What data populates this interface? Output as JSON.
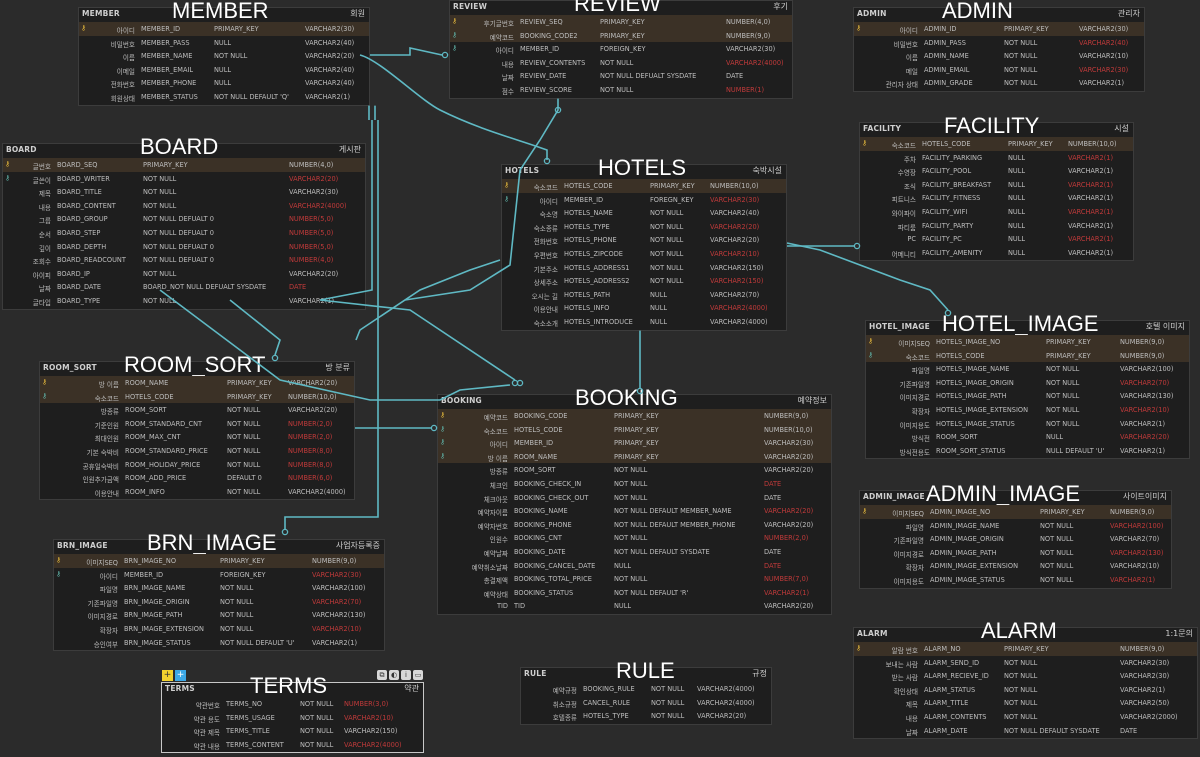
{
  "colors": {
    "background": "#2b2b2b",
    "table_bg": "#1e1e1e",
    "pk_row": "#3b3126",
    "edge": "#5fb9c4",
    "pk_icon": "#e5b93b",
    "fk_icon": "#5fb3a8",
    "type_red": "#c03a3a"
  },
  "icons": {
    "pk": "key-icon",
    "fk": "foreign-key-icon",
    "add_yellow": "plus-icon",
    "add_blue": "plus-icon",
    "tools": [
      "copy-icon",
      "palette-icon",
      "info-icon",
      "trash-icon"
    ]
  },
  "tables": [
    {
      "id": "member",
      "entity": "MEMBER",
      "big": "MEMBER",
      "logical": "회원",
      "rows": [
        {
          "k": "pk",
          "l": "아이디",
          "p": "MEMBER_ID",
          "c": "PRIMARY_KEY",
          "t": "VARCHAR2(30)"
        },
        {
          "k": "",
          "l": "비밀번호",
          "p": "MEMBER_PASS",
          "c": "NULL",
          "t": "VARCHAR2(40)"
        },
        {
          "k": "",
          "l": "이름",
          "p": "MEMBER_NAME",
          "c": "NOT NULL",
          "t": "VARCHAR2(20)"
        },
        {
          "k": "",
          "l": "이메일",
          "p": "MEMBER_EMAIL",
          "c": "NULL",
          "t": "VARCHAR2(40)"
        },
        {
          "k": "",
          "l": "전화번호",
          "p": "MEMBER_PHONE",
          "c": "NULL",
          "t": "VARCHAR2(40)"
        },
        {
          "k": "",
          "l": "회원상태",
          "p": "MEMBER_STATUS",
          "c": "NOT NULL DEFAULT 'Q'",
          "t": "VARCHAR2(1)"
        }
      ]
    },
    {
      "id": "review",
      "entity": "REVIEW",
      "big": "REVIEW",
      "logical": "후기",
      "rows": [
        {
          "k": "pk",
          "l": "후기글번호",
          "p": "REVIEW_SEQ",
          "c": "PRIMARY_KEY",
          "t": "NUMBER(4,0)"
        },
        {
          "k": "fk",
          "l": "예약코드",
          "p": "BOOKING_CODE2",
          "c": "PRIMARY_KEY",
          "t": "NUMBER(9,0)"
        },
        {
          "k": "fk",
          "l": "아이디",
          "p": "MEMBER_ID",
          "c": "FOREIGN_KEY",
          "t": "VARCHAR2(30)"
        },
        {
          "k": "",
          "l": "내용",
          "p": "REVIEW_CONTENTS",
          "c": "NOT NULL",
          "t": "VARCHAR2(4000)"
        },
        {
          "k": "",
          "l": "날짜",
          "p": "REVIEW_DATE",
          "c": "NOT NULL DEFUALT SYSDATE",
          "t": "DATE"
        },
        {
          "k": "",
          "l": "점수",
          "p": "REVIEW_SCORE",
          "c": "NOT NULL",
          "t": "NUMBER(1)"
        }
      ]
    },
    {
      "id": "admin",
      "entity": "ADMIN",
      "big": "ADMIN",
      "logical": "관리자",
      "rows": [
        {
          "k": "pk",
          "l": "아이디",
          "p": "ADMIN_ID",
          "c": "PRIMARY_KEY",
          "t": "VARCHAR2(30)"
        },
        {
          "k": "",
          "l": "비밀번호",
          "p": "ADMIN_PASS",
          "c": "NOT NULL",
          "t": "VARCHAR2(40)"
        },
        {
          "k": "",
          "l": "이름",
          "p": "ADMIN_NAME",
          "c": "NOT NULL",
          "t": "VARCHAR2(10)"
        },
        {
          "k": "",
          "l": "메일",
          "p": "ADMIN_EMAIL",
          "c": "NOT NULL",
          "t": "VARCHAR2(30)"
        },
        {
          "k": "",
          "l": "관리자 상태",
          "p": "ADMIN_GRADE",
          "c": "NOT NULL",
          "t": "VARCHAR2(1)"
        }
      ]
    },
    {
      "id": "board",
      "entity": "BOARD",
      "big": "BOARD",
      "logical": "게시판",
      "rows": [
        {
          "k": "pk",
          "l": "글번호",
          "p": "BOARD_SEQ",
          "c": "PRIMARY_KEY",
          "t": "NUMBER(4,0)"
        },
        {
          "k": "fk",
          "l": "글쓴이",
          "p": "BOARD_WRITER",
          "c": "NOT NULL",
          "t": "VARCHAR2(20)"
        },
        {
          "k": "",
          "l": "제목",
          "p": "BOARD_TITLE",
          "c": "NOT NULL",
          "t": "VARCHAR2(30)"
        },
        {
          "k": "",
          "l": "내용",
          "p": "BOARD_CONTENT",
          "c": "NOT NULL",
          "t": "VARCHAR2(4000)"
        },
        {
          "k": "",
          "l": "그룹",
          "p": "BOARD_GROUP",
          "c": "NOT NULL DEFUALT 0",
          "t": "NUMBER(5,0)"
        },
        {
          "k": "",
          "l": "순서",
          "p": "BOARD_STEP",
          "c": "NOT NULL DEFUALT 0",
          "t": "NUMBER(5,0)"
        },
        {
          "k": "",
          "l": "깊이",
          "p": "BOARD_DEPTH",
          "c": "NOT NULL DEFUALT 0",
          "t": "NUMBER(5,0)"
        },
        {
          "k": "",
          "l": "조회수",
          "p": "BOARD_READCOUNT",
          "c": "NOT NULL DEFUALT 0",
          "t": "NUMBER(4,0)"
        },
        {
          "k": "",
          "l": "아이피",
          "p": "BOARD_IP",
          "c": "NOT NULL",
          "t": "VARCHAR2(20)"
        },
        {
          "k": "",
          "l": "날짜",
          "p": "BOARD_DATE",
          "c": "BOARD_NOT NULL DEFUALT SYSDATE",
          "t": "DATE"
        },
        {
          "k": "",
          "l": "글타입",
          "p": "BOARD_TYPE",
          "c": "NOT NULL",
          "t": "VARCHAR2(1)"
        }
      ]
    },
    {
      "id": "hotels",
      "entity": "HOTELS",
      "big": "HOTELS",
      "logical": "숙박시설",
      "rows": [
        {
          "k": "pk",
          "l": "숙소코드",
          "p": "HOTELS_CODE",
          "c": "PRIMARY_KEY",
          "t": "NUMBER(10,0)"
        },
        {
          "k": "fk",
          "l": "아이디",
          "p": "MEMBER_ID",
          "c": "FOREGN_KEY",
          "t": "VARCHAR2(30)"
        },
        {
          "k": "",
          "l": "숙소명",
          "p": "HOTELS_NAME",
          "c": "NOT NULL",
          "t": "VARCHAR2(40)"
        },
        {
          "k": "",
          "l": "숙소종류",
          "p": "HOTELS_TYPE",
          "c": "NOT NULL",
          "t": "VARCHAR2(20)"
        },
        {
          "k": "",
          "l": "전화번호",
          "p": "HOTELS_PHONE",
          "c": "NOT NULL",
          "t": "VARCHAR2(20)"
        },
        {
          "k": "",
          "l": "우편번호",
          "p": "HOTELS_ZIPCODE",
          "c": "NOT NULL",
          "t": "VARCHAR2(10)"
        },
        {
          "k": "",
          "l": "기본주소",
          "p": "HOTELS_ADDRESS1",
          "c": "NOT NULL",
          "t": "VARCHAR2(150)"
        },
        {
          "k": "",
          "l": "상세주소",
          "p": "HOTELS_ADDRESS2",
          "c": "NOT NULL",
          "t": "VARCHAR2(150)"
        },
        {
          "k": "",
          "l": "오시는 길",
          "p": "HOTELS_PATH",
          "c": "NULL",
          "t": "VARCHAR2(70)"
        },
        {
          "k": "",
          "l": "이용안내",
          "p": "HOTELS_INFO",
          "c": "NULL",
          "t": "VARCHAR2(4000)"
        },
        {
          "k": "",
          "l": "숙소소개",
          "p": "HOTELS_INTRODUCE",
          "c": "NULL",
          "t": "VARCHAR2(4000)"
        }
      ]
    },
    {
      "id": "facility",
      "entity": "FACILITY",
      "big": "FACILITY",
      "logical": "시설",
      "rows": [
        {
          "k": "pk",
          "l": "숙소코드",
          "p": "HOTELS_CODE",
          "c": "PRIMARY_KEY",
          "t": "NUMBER(10,0)"
        },
        {
          "k": "",
          "l": "주차",
          "p": "FACILITY_PARKING",
          "c": "NULL",
          "t": "VARCHAR2(1)"
        },
        {
          "k": "",
          "l": "수영장",
          "p": "FACILITY_POOL",
          "c": "NULL",
          "t": "VARCHAR2(1)"
        },
        {
          "k": "",
          "l": "조식",
          "p": "FACILITY_BREAKFAST",
          "c": "NULL",
          "t": "VARCHAR2(1)"
        },
        {
          "k": "",
          "l": "피트니스",
          "p": "FACILITY_FITNESS",
          "c": "NULL",
          "t": "VARCHAR2(1)"
        },
        {
          "k": "",
          "l": "와이파이",
          "p": "FACILITY_WIFI",
          "c": "NULL",
          "t": "VARCHAR2(1)"
        },
        {
          "k": "",
          "l": "파티룸",
          "p": "FACILITY_PARTY",
          "c": "NULL",
          "t": "VARCHAR2(1)"
        },
        {
          "k": "",
          "l": "PC",
          "p": "FACILITY_PC",
          "c": "NULL",
          "t": "VARCHAR2(1)"
        },
        {
          "k": "",
          "l": "어메니티",
          "p": "FACILITY_AMENITY",
          "c": "NULL",
          "t": "VARCHAR2(1)"
        }
      ]
    },
    {
      "id": "hotel_image",
      "entity": "HOTEL_IMAGE",
      "big": "HOTEL_IMAGE",
      "logical": "호텔 이미지",
      "rows": [
        {
          "k": "pk",
          "l": "이미지SEQ",
          "p": "HOTELS_IMAGE_NO",
          "c": "PRIMARY_KEY",
          "t": "NUMBER(9,0)"
        },
        {
          "k": "fk",
          "l": "숙소코드",
          "p": "HOTELS_CODE",
          "c": "PRIMARY_KEY",
          "t": "NUMBER(9,0)"
        },
        {
          "k": "",
          "l": "파일명",
          "p": "HOTELS_IMAGE_NAME",
          "c": "NOT NULL",
          "t": "VARCHAR2(100)"
        },
        {
          "k": "",
          "l": "기존파일명",
          "p": "HOTELS_IMAGE_ORIGIN",
          "c": "NOT NULL",
          "t": "VARCHAR2(70)"
        },
        {
          "k": "",
          "l": "이미지경로",
          "p": "HOTELS_IMAGE_PATH",
          "c": "NOT NULL",
          "t": "VARCHAR2(130)"
        },
        {
          "k": "",
          "l": "확장자",
          "p": "HOTELS_IMAGE_EXTENSION",
          "c": "NOT NULL",
          "t": "VARCHAR2(10)"
        },
        {
          "k": "",
          "l": "이미지용도",
          "p": "HOTELS_IMAGE_STATUS",
          "c": "NOT NULL",
          "t": "VARCHAR2(1)"
        },
        {
          "k": "",
          "l": "방식전",
          "p": "ROOM_SORT",
          "c": "NULL",
          "t": "VARCHAR2(20)"
        },
        {
          "k": "",
          "l": "방식전용도",
          "p": "ROOM_SORT_STATUS",
          "c": "NULL DEFAULT 'U'",
          "t": "VARCHAR2(1)"
        }
      ]
    },
    {
      "id": "room_sort",
      "entity": "ROOM_SORT",
      "big": "ROOM_SORT",
      "logical": "방 분류",
      "rows": [
        {
          "k": "pk",
          "l": "방 이름",
          "p": "ROOM_NAME",
          "c": "PRIMARY_KEY",
          "t": "VARCHAR2(20)"
        },
        {
          "k": "fk",
          "l": "숙소코드",
          "p": "HOTELS_CODE",
          "c": "PRIMARY_KEY",
          "t": "NUMBER(10,0)"
        },
        {
          "k": "",
          "l": "방종류",
          "p": "ROOM_SORT",
          "c": "NOT NULL",
          "t": "VARCHAR2(20)"
        },
        {
          "k": "",
          "l": "기준인원",
          "p": "ROOM_STANDARD_CNT",
          "c": "NOT NULL",
          "t": "NUMBER(2,0)"
        },
        {
          "k": "",
          "l": "최대인원",
          "p": "ROOM_MAX_CNT",
          "c": "NOT NULL",
          "t": "NUMBER(2,0)"
        },
        {
          "k": "",
          "l": "기본 숙박비",
          "p": "ROOM_STANDARD_PRICE",
          "c": "NOT NULL",
          "t": "NUMBER(8,0)"
        },
        {
          "k": "",
          "l": "공휴일숙박비",
          "p": "ROOM_HOLIDAY_PRICE",
          "c": "NOT NULL",
          "t": "NUMBER(8,0)"
        },
        {
          "k": "",
          "l": "인원추가금액",
          "p": "ROOM_ADD_PRICE",
          "c": "DEFAULT 0",
          "t": "NUMBER(6,0)"
        },
        {
          "k": "",
          "l": "이용안내",
          "p": "ROOM_INFO",
          "c": "NOT NULL",
          "t": "VARCHAR2(4000)"
        }
      ]
    },
    {
      "id": "booking",
      "entity": "BOOKING",
      "big": "BOOKING",
      "logical": "예약정보",
      "rows": [
        {
          "k": "pk",
          "l": "예약코드",
          "p": "BOOKING_CODE",
          "c": "PRIMARY_KEY",
          "t": "NUMBER(9,0)"
        },
        {
          "k": "fk",
          "l": "숙소코드",
          "p": "HOTELS_CODE",
          "c": "PRIMARY_KEY",
          "t": "NUMBER(10,0)"
        },
        {
          "k": "fk",
          "l": "아이디",
          "p": "MEMBER_ID",
          "c": "PRIMARY_KEY",
          "t": "VARCHAR2(30)"
        },
        {
          "k": "fk",
          "l": "방 이름",
          "p": "ROOM_NAME",
          "c": "PRIMARY_KEY",
          "t": "VARCHAR2(20)"
        },
        {
          "k": "",
          "l": "방종류",
          "p": "ROOM_SORT",
          "c": "NOT NULL",
          "t": "VARCHAR2(20)"
        },
        {
          "k": "",
          "l": "체크인",
          "p": "BOOKING_CHECK_IN",
          "c": "NOT NULL",
          "t": "DATE"
        },
        {
          "k": "",
          "l": "체크아웃",
          "p": "BOOKING_CHECK_OUT",
          "c": "NOT NULL",
          "t": "DATE"
        },
        {
          "k": "",
          "l": "예약자이름",
          "p": "BOOKING_NAME",
          "c": "NOT NULL DEFAULT MEMBER_NAME",
          "t": "VARCHAR2(20)"
        },
        {
          "k": "",
          "l": "예약자번호",
          "p": "BOOKING_PHONE",
          "c": "NOT NULL DEFAULT MEMBER_PHONE",
          "t": "VARCHAR2(20)"
        },
        {
          "k": "",
          "l": "인원수",
          "p": "BOOKING_CNT",
          "c": "NOT NULL",
          "t": "NUMBER(2,0)"
        },
        {
          "k": "",
          "l": "예약날짜",
          "p": "BOOKING_DATE",
          "c": "NOT NULL DEFAULT SYSDATE",
          "t": "DATE"
        },
        {
          "k": "",
          "l": "예약취소날짜",
          "p": "BOOKING_CANCEL_DATE",
          "c": "NULL",
          "t": "DATE"
        },
        {
          "k": "",
          "l": "총결제액",
          "p": "BOOKING_TOTAL_PRICE",
          "c": "NOT NULL",
          "t": "NUMBER(7,0)"
        },
        {
          "k": "",
          "l": "예약상태",
          "p": "BOOKING_STATUS",
          "c": "NOT NULL DEFAULT 'R'",
          "t": "VARCHAR2(1)"
        },
        {
          "k": "",
          "l": "TID",
          "p": "TID",
          "c": "NULL",
          "t": "VARCHAR2(20)"
        }
      ]
    },
    {
      "id": "admin_image",
      "entity": "ADMIN_IMAGE",
      "big": "ADMIN_IMAGE",
      "logical": "사이트이미지",
      "rows": [
        {
          "k": "pk",
          "l": "이미지SEQ",
          "p": "ADMIN_IMAGE_NO",
          "c": "PRIMARY_KEY",
          "t": "NUMBER(9,0)"
        },
        {
          "k": "",
          "l": "파일명",
          "p": "ADMIN_IMAGE_NAME",
          "c": "NOT NULL",
          "t": "VARCHAR2(100)"
        },
        {
          "k": "",
          "l": "기존파일명",
          "p": "ADMIN_IMAGE_ORIGIN",
          "c": "NOT NULL",
          "t": "VARCHAR2(70)"
        },
        {
          "k": "",
          "l": "이미지경로",
          "p": "ADMIN_IMAGE_PATH",
          "c": "NOT NULL",
          "t": "VARCHAR2(130)"
        },
        {
          "k": "",
          "l": "확장자",
          "p": "ADMIN_IMAGE_EXTENSION",
          "c": "NOT NULL",
          "t": "VARCHAR2(10)"
        },
        {
          "k": "",
          "l": "이미지용도",
          "p": "ADMIN_IMAGE_STATUS",
          "c": "NOT NULL",
          "t": "VARCHAR2(1)"
        }
      ]
    },
    {
      "id": "brn_image",
      "entity": "BRN_IMAGE",
      "big": "BRN_IMAGE",
      "logical": "사업자등록증",
      "rows": [
        {
          "k": "pk",
          "l": "이미지SEQ",
          "p": "BRN_IMAGE_NO",
          "c": "PRIMARY_KEY",
          "t": "NUMBER(9,0)"
        },
        {
          "k": "fk",
          "l": "아이디",
          "p": "MEMBER_ID",
          "c": "FOREIGN_KEY",
          "t": "VARCHAR2(30)"
        },
        {
          "k": "",
          "l": "파일명",
          "p": "BRN_IMAGE_NAME",
          "c": "NOT NULL",
          "t": "VARCHAR2(100)"
        },
        {
          "k": "",
          "l": "기존파일명",
          "p": "BRN_IMAGE_ORIGIN",
          "c": "NOT NULL",
          "t": "VARCHAR2(70)"
        },
        {
          "k": "",
          "l": "이미지경로",
          "p": "BRN_IMAGE_PATH",
          "c": "NOT NULL",
          "t": "VARCHAR2(130)"
        },
        {
          "k": "",
          "l": "확장자",
          "p": "BRN_IMAGE_EXTENSION",
          "c": "NOT NULL",
          "t": "VARCHAR2(10)"
        },
        {
          "k": "",
          "l": "승인여부",
          "p": "BRN_IMAGE_STATUS",
          "c": "NOT NULL DEFAULT 'U'",
          "t": "VARCHAR2(1)"
        }
      ]
    },
    {
      "id": "alarm",
      "entity": "ALARM",
      "big": "ALARM",
      "logical": "1:1문의",
      "rows": [
        {
          "k": "pk",
          "l": "알람 번호",
          "p": "ALARM_NO",
          "c": "PRIMARY_KEY",
          "t": "NUMBER(9,0)"
        },
        {
          "k": "",
          "l": "보내는 사람",
          "p": "ALARM_SEND_ID",
          "c": "NOT NULL",
          "t": "VARCHAR2(30)"
        },
        {
          "k": "",
          "l": "받는 사람",
          "p": "ALARM_RECIEVE_ID",
          "c": "NOT NULL",
          "t": "VARCHAR2(30)"
        },
        {
          "k": "",
          "l": "확인상태",
          "p": "ALARM_STATUS",
          "c": "NOT NULL",
          "t": "VARCHAR2(1)"
        },
        {
          "k": "",
          "l": "제목",
          "p": "ALARM_TITLE",
          "c": "NOT NULL",
          "t": "VARCHAR2(50)"
        },
        {
          "k": "",
          "l": "내용",
          "p": "ALARM_CONTENTS",
          "c": "NOT NULL",
          "t": "VARCHAR2(2000)"
        },
        {
          "k": "",
          "l": "날짜",
          "p": "ALARM_DATE",
          "c": "NOT NULL DEFAULT SYSDATE",
          "t": "DATE"
        }
      ]
    },
    {
      "id": "rule",
      "entity": "RULE",
      "big": "RULE",
      "logical": "규정",
      "rows": [
        {
          "k": "",
          "l": "예약규정",
          "p": "BOOKING_RULE",
          "c": "NOT NULL",
          "t": "VARCHAR2(4000)"
        },
        {
          "k": "",
          "l": "취소규정",
          "p": "CANCEL_RULE",
          "c": "NOT NULL",
          "t": "VARCHAR2(4000)"
        },
        {
          "k": "",
          "l": "호텔종류",
          "p": "HOTELS_TYPE",
          "c": "NOT NULL",
          "t": "VARCHAR2(20)"
        }
      ]
    },
    {
      "id": "terms",
      "entity": "TERMS",
      "big": "TERMS",
      "logical": "약관",
      "rows": [
        {
          "k": "",
          "l": "약관번호",
          "p": "TERMS_NO",
          "c": "NOT NULL",
          "t": "NUMBER(3,0)"
        },
        {
          "k": "",
          "l": "약관 용도",
          "p": "TERMS_USAGE",
          "c": "NOT NULL",
          "t": "VARCHAR2(10)"
        },
        {
          "k": "",
          "l": "약관 제목",
          "p": "TERMS_TITLE",
          "c": "NOT NULL",
          "t": "VARCHAR2(150)"
        },
        {
          "k": "",
          "l": "약관 내용",
          "p": "TERMS_CONTENT",
          "c": "NOT NULL",
          "t": "VARCHAR2(4000)"
        }
      ]
    }
  ]
}
